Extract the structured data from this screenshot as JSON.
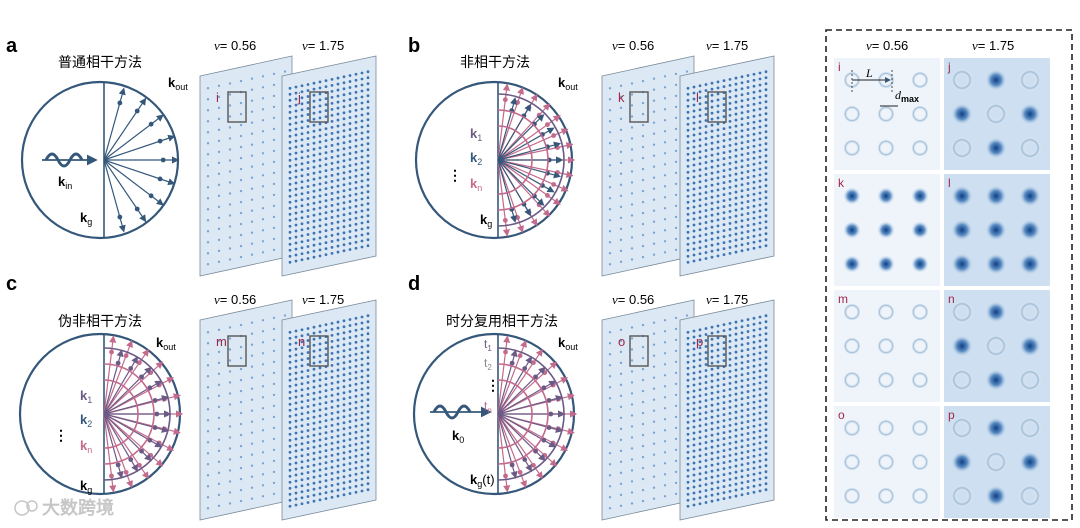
{
  "panels": {
    "a": {
      "letter": "a",
      "title": "普通相干方法",
      "k_out": "k",
      "k_out_sub": "out",
      "k_in": "k",
      "k_in_sub": "in",
      "k_g": "k",
      "k_g_sub": "g",
      "nu1": "= 0.56",
      "nu2": "= 1.75",
      "plate1": "i",
      "plate2": "j"
    },
    "b": {
      "letter": "b",
      "title": "非相干方法",
      "k_out": "k",
      "k_out_sub": "out",
      "k1": "k",
      "k1_sub": "1",
      "k2": "k",
      "k2_sub": "2",
      "kn": "k",
      "kn_sub": "n",
      "dots": "⋮",
      "k_g": "k",
      "k_g_sub": "g",
      "nu1": "= 0.56",
      "nu2": "= 1.75",
      "plate1": "k",
      "plate2": "l"
    },
    "c": {
      "letter": "c",
      "title": "伪非相干方法",
      "k_out": "k",
      "k_out_sub": "out",
      "k1": "k",
      "k1_sub": "1",
      "k2": "k",
      "k2_sub": "2",
      "kn": "k",
      "kn_sub": "n",
      "dots": "⋮",
      "k_g": "k",
      "k_g_sub": "g",
      "nu1": "= 0.56",
      "nu2": "= 1.75",
      "plate1": "m",
      "plate2": "n"
    },
    "d": {
      "letter": "d",
      "title": "时分复用相干方法",
      "k_out": "k",
      "k_out_sub": "out",
      "t1": "t",
      "t1_sub": "1",
      "t2": "t",
      "t2_sub": "2",
      "tn": "t",
      "tn_sub": "n",
      "dots": "⋮",
      "k0": "k",
      "k0_sub": "0",
      "kg": "k",
      "kg_sub": "g",
      "kg_t": "(t)",
      "nu1": "= 0.56",
      "nu2": "= 1.75",
      "plate1": "o",
      "plate2": "p"
    }
  },
  "nu_symbol": "ν",
  "zoom": {
    "nu1": "= 0.56",
    "nu2": "= 1.75",
    "L": "L",
    "d": "d",
    "d_sub": "max",
    "tiles": [
      "i",
      "j",
      "k",
      "l",
      "m",
      "n",
      "o",
      "p"
    ]
  },
  "watermark": "大数跨境",
  "colors": {
    "navy": "#35587a",
    "purple": "#6a5a86",
    "pink": "#c46a8c",
    "plate": "#dce9f5",
    "dot": "#4a7fb8"
  }
}
